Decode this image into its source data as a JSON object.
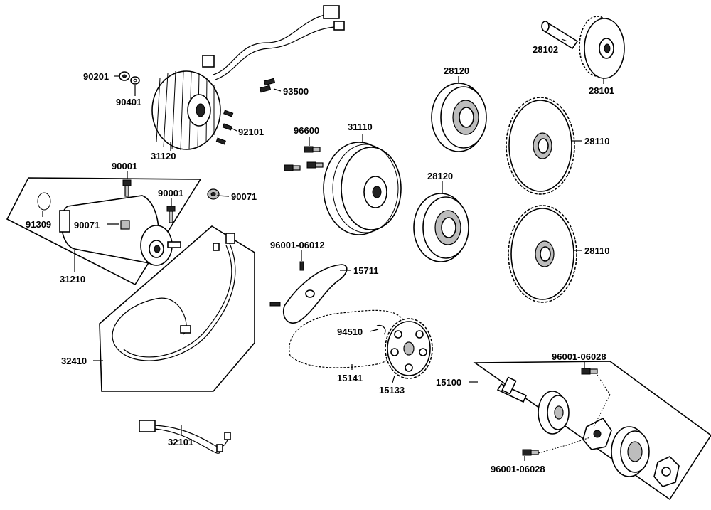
{
  "parts": {
    "p90201": "90201",
    "p90401": "90401",
    "p93500": "93500",
    "p92101": "92101",
    "p31120": "31120",
    "p90001a": "90001",
    "p90001b": "90001",
    "p90071a": "90071",
    "p90071b": "90071",
    "p91309": "91309",
    "p31210": "31210",
    "p32410": "32410",
    "p32101": "32101",
    "p96600": "96600",
    "p31110": "31110",
    "p96001_06012": "96001-06012",
    "p15711": "15711",
    "p94510": "94510",
    "p15141": "15141",
    "p15133": "15133",
    "p28120a": "28120",
    "p28120b": "28120",
    "p28102": "28102",
    "p28101": "28101",
    "p28110a": "28110",
    "p28110b": "28110",
    "p15100": "15100",
    "p96001_06028a": "96001-06028",
    "p96001_06028b": "96001-06028"
  }
}
